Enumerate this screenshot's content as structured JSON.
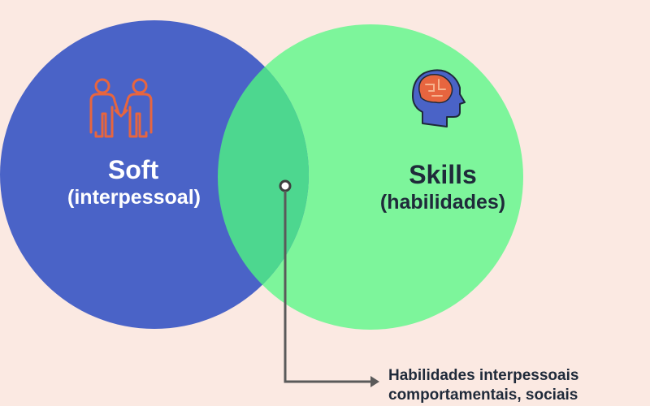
{
  "soft": {
    "title": "Soft",
    "subtitle": "(interpessoal)",
    "icon": "handshake-people-icon",
    "color": "#4a63c7"
  },
  "skills": {
    "title": "Skills",
    "subtitle": "(habilidades)",
    "icon": "head-brain-icon",
    "color": "#7df59b"
  },
  "overlap": {
    "color": "#4dd78f"
  },
  "callout": {
    "line1": "Habilidades interpessoais",
    "line2": "comportamentais, sociais"
  },
  "colors": {
    "background": "#fbe9e2",
    "icon_accent": "#e7653f",
    "dark_text": "#1f2a3a"
  }
}
